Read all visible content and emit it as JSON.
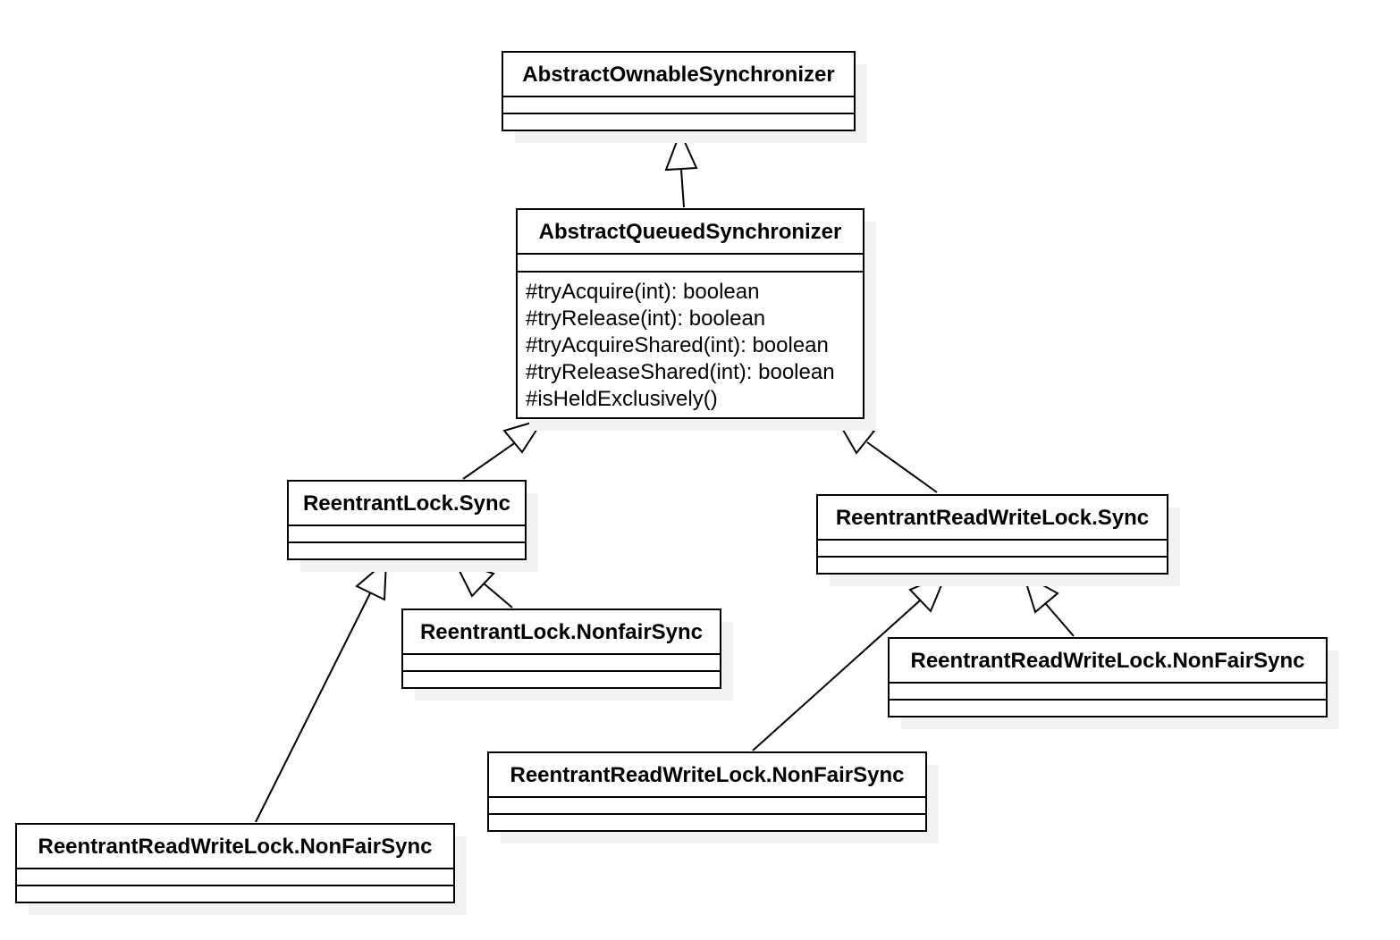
{
  "diagram": {
    "classes": {
      "aos": {
        "name": "AbstractOwnableSynchronizer",
        "methods": []
      },
      "aqs": {
        "name": "AbstractQueuedSynchronizer",
        "methods": [
          "#tryAcquire(int): boolean",
          "#tryRelease(int): boolean",
          "#tryAcquireShared(int): boolean",
          "#tryReleaseShared(int): boolean",
          "#isHeldExclusively()"
        ]
      },
      "rls": {
        "name": "ReentrantLock.Sync",
        "methods": []
      },
      "rlnfs": {
        "name": "ReentrantLock.NonfairSync",
        "methods": []
      },
      "rrwls": {
        "name": "ReentrantReadWriteLock.Sync",
        "methods": []
      },
      "rrw_a": {
        "name": "ReentrantReadWriteLock.NonFairSync",
        "methods": []
      },
      "rrw_b": {
        "name": "ReentrantReadWriteLock.NonFairSync",
        "methods": []
      },
      "rrw_c": {
        "name": "ReentrantReadWriteLock.NonFairSync",
        "methods": []
      }
    },
    "relations": [
      {
        "from": "aqs",
        "to": "aos",
        "type": "generalization"
      },
      {
        "from": "rls",
        "to": "aqs",
        "type": "generalization"
      },
      {
        "from": "rrwls",
        "to": "aqs",
        "type": "generalization"
      },
      {
        "from": "rlnfs",
        "to": "rls",
        "type": "generalization"
      },
      {
        "from": "rrw_c",
        "to": "rls",
        "type": "generalization"
      },
      {
        "from": "rrw_a",
        "to": "rrwls",
        "type": "generalization"
      },
      {
        "from": "rrw_b",
        "to": "rrwls",
        "type": "generalization"
      }
    ]
  }
}
